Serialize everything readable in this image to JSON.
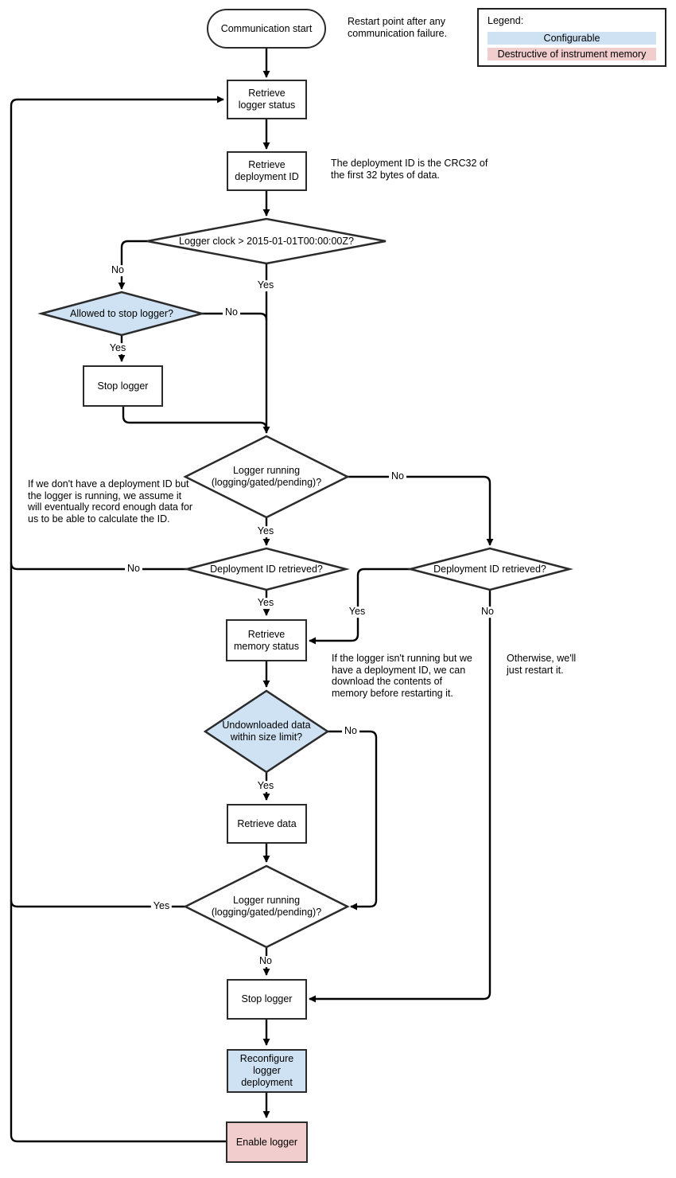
{
  "nodes": {
    "start": {
      "label": "Communication start"
    },
    "retrieve_logger_status": {
      "label": "Retrieve\nlogger status"
    },
    "retrieve_deployment_id": {
      "label": "Retrieve\ndeployment ID"
    },
    "logger_clock": {
      "label": "Logger clock > 2015-01-01T00:00:00Z?"
    },
    "allowed_stop": {
      "label": "Allowed to stop logger?"
    },
    "stop_logger_1": {
      "label": "Stop logger"
    },
    "logger_running_1": {
      "label": "Logger running\n(logging/gated/pending)?"
    },
    "deployment_retrieved_left": {
      "label": "Deployment ID retrieved?"
    },
    "deployment_retrieved_right": {
      "label": "Deployment ID retrieved?"
    },
    "retrieve_memory_status": {
      "label": "Retrieve\nmemory status"
    },
    "undownloaded_data": {
      "label": "Undownloaded data\nwithin size limit?"
    },
    "retrieve_data": {
      "label": "Retrieve data"
    },
    "logger_running_2": {
      "label": "Logger running\n(logging/gated/pending)?"
    },
    "stop_logger_2": {
      "label": "Stop logger"
    },
    "reconfigure": {
      "label": "Reconfigure\nlogger\ndeployment"
    },
    "enable_logger": {
      "label": "Enable logger"
    }
  },
  "notes": {
    "restart": "Restart point after any\ncommunication failure.",
    "crc": "The deployment ID is the CRC32 of\nthe first 32 bytes of data.",
    "assume": "If we don't have a deployment ID but\nthe logger is running, we assume it\nwill eventually record enough data for\nus to be able to calculate the ID.",
    "download": "If the logger isn't running but we\nhave a deployment ID, we can\ndownload the contents of\nmemory before restarting it.",
    "otherwise": "Otherwise, we'll\njust restart it."
  },
  "labels": {
    "yes": "Yes",
    "no": "No"
  },
  "legend": {
    "title": "Legend:",
    "items": [
      {
        "label": "Configurable",
        "color": "#cfe2f3"
      },
      {
        "label": "Destructive of instrument memory",
        "color": "#f2cdcd"
      }
    ]
  },
  "colors": {
    "configurable_fill": "#cfe2f3",
    "destructive_fill": "#f2cdcd",
    "shape_fill": "#ffffff",
    "node_border": "#2b2b2b",
    "line": "#000000"
  }
}
